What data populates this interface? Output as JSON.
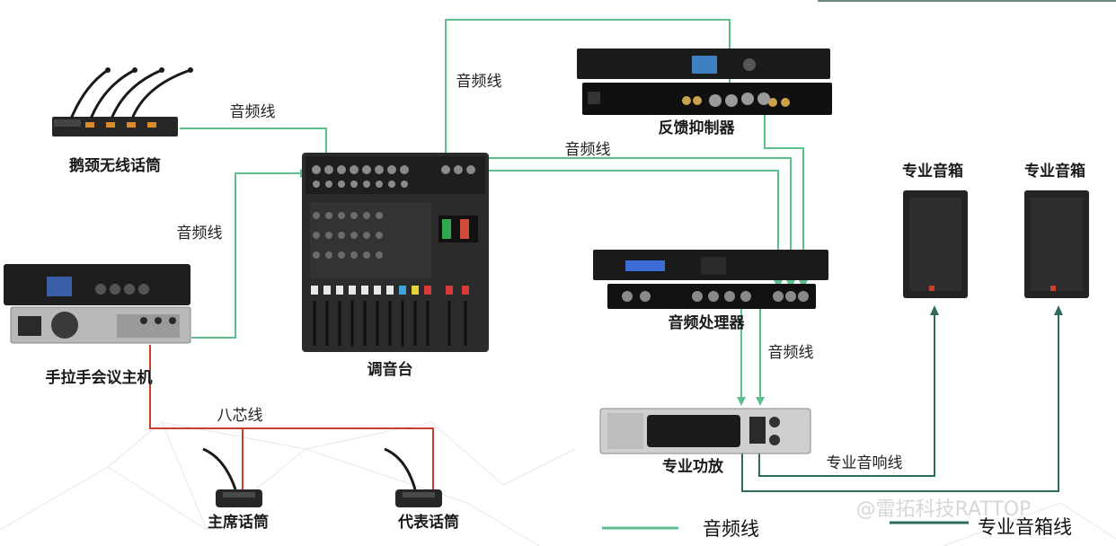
{
  "devices": {
    "gooseneck_mics": "鹅颈无线话筒",
    "conference_host": "手拉手会议主机",
    "mixer": "调音台",
    "feedback_suppressor": "反馈抑制器",
    "audio_processor": "音频处理器",
    "power_amp": "专业功放",
    "speaker_left": "专业音箱",
    "speaker_right": "专业音箱",
    "chairman_mic": "主席话筒",
    "delegate_mic": "代表话筒"
  },
  "wires": {
    "mic_to_mixer": "音频线",
    "host_to_mixer": "音频线",
    "mixer_to_suppressor": "音频线",
    "mixer_to_processor": "音频线",
    "processor_to_amp": "音频线",
    "amp_to_speakers": "专业音响线",
    "host_to_mics": "八芯线"
  },
  "legend": {
    "audio_line": "音频线",
    "speaker_line": "专业音箱线"
  },
  "watermark": "@雷拓科技RATTOP",
  "colors": {
    "audio_line": "#5cbf8c",
    "speaker_line": "#2f6a5c",
    "eight_core_line": "#c8402a",
    "device_dark": "#1c1c1c"
  }
}
